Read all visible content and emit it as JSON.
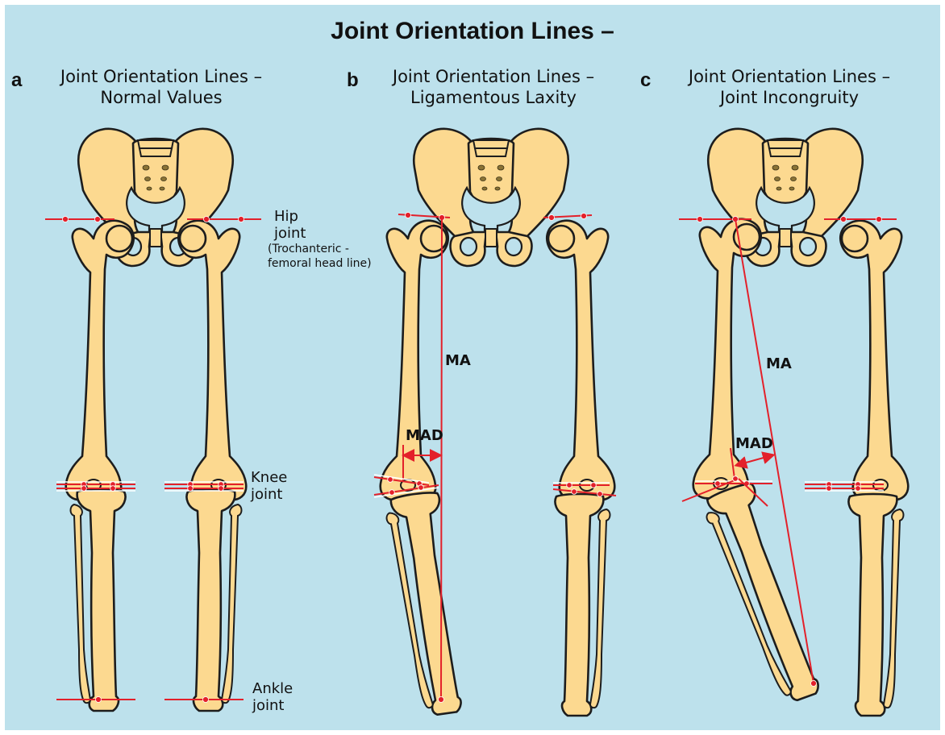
{
  "title": "Joint Orientation Lines –",
  "panels": [
    {
      "letter": "a",
      "title_line1": "Joint Orientation Lines –",
      "title_line2": "Normal Values"
    },
    {
      "letter": "b",
      "title_line1": "Joint Orientation Lines –",
      "title_line2": "Ligamentous Laxity"
    },
    {
      "letter": "c",
      "title_line1": "Joint Orientation Lines –",
      "title_line2": "Joint Incongruity"
    }
  ],
  "labels": {
    "hip_line1": "Hip",
    "hip_line2": "joint",
    "hip_sub1": "(Trochanteric -",
    "hip_sub2": "femoral head line)",
    "knee_line1": "Knee",
    "knee_line2": "joint",
    "ankle_line1": "Ankle",
    "ankle_line2": "joint"
  },
  "annotations": {
    "b_ma": "MA",
    "b_mad": "MAD",
    "c_ma": "MA",
    "c_mad": "MAD"
  },
  "colors": {
    "background": "#bde1ec",
    "bone_fill": "#fcd990",
    "outline": "#1d1d1d",
    "orientation_line": "#e3202a"
  }
}
